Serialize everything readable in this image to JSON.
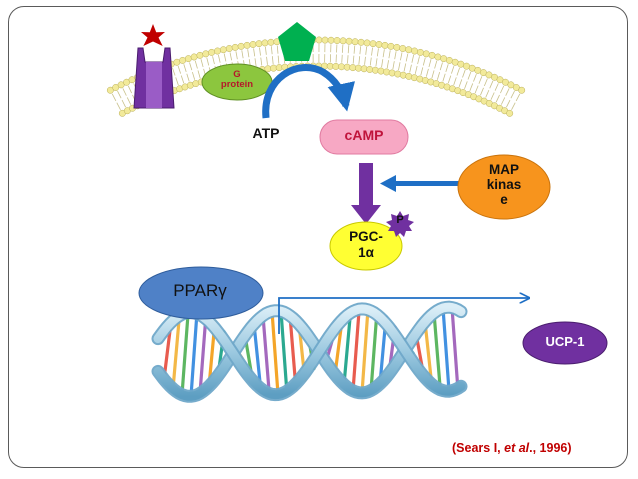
{
  "labels": {
    "g_protein": "G\nprotein",
    "atp": "ATP",
    "camp": "cAMP",
    "map_kinase": "MAP\nkinas\ne",
    "phospho": "P",
    "pgc1a": "PGC-\n1α",
    "ppar": "PPARγ",
    "ucp1": "UCP-1"
  },
  "citation": {
    "open": "(Sears I, ",
    "etal": "et al",
    "close": "., 1996)"
  },
  "colors": {
    "camp_fill": "#f7a8c4",
    "camp_text": "#c0143c",
    "map_kinase_fill": "#f7941d",
    "pgc1a_fill": "#ffff33",
    "ppar_fill": "#4f81c7",
    "ucp1_fill": "#7030a0",
    "receptor": "#7030a0",
    "ligand_star": "#c00000",
    "ligand_pentagon": "#00b050",
    "g_protein_fill": "#8cc63e",
    "phospho_fill": "#7030a0",
    "arrow_blue": "#1f6fc5",
    "arrow_purple": "#7030a0",
    "citation_text": "#c00000"
  }
}
